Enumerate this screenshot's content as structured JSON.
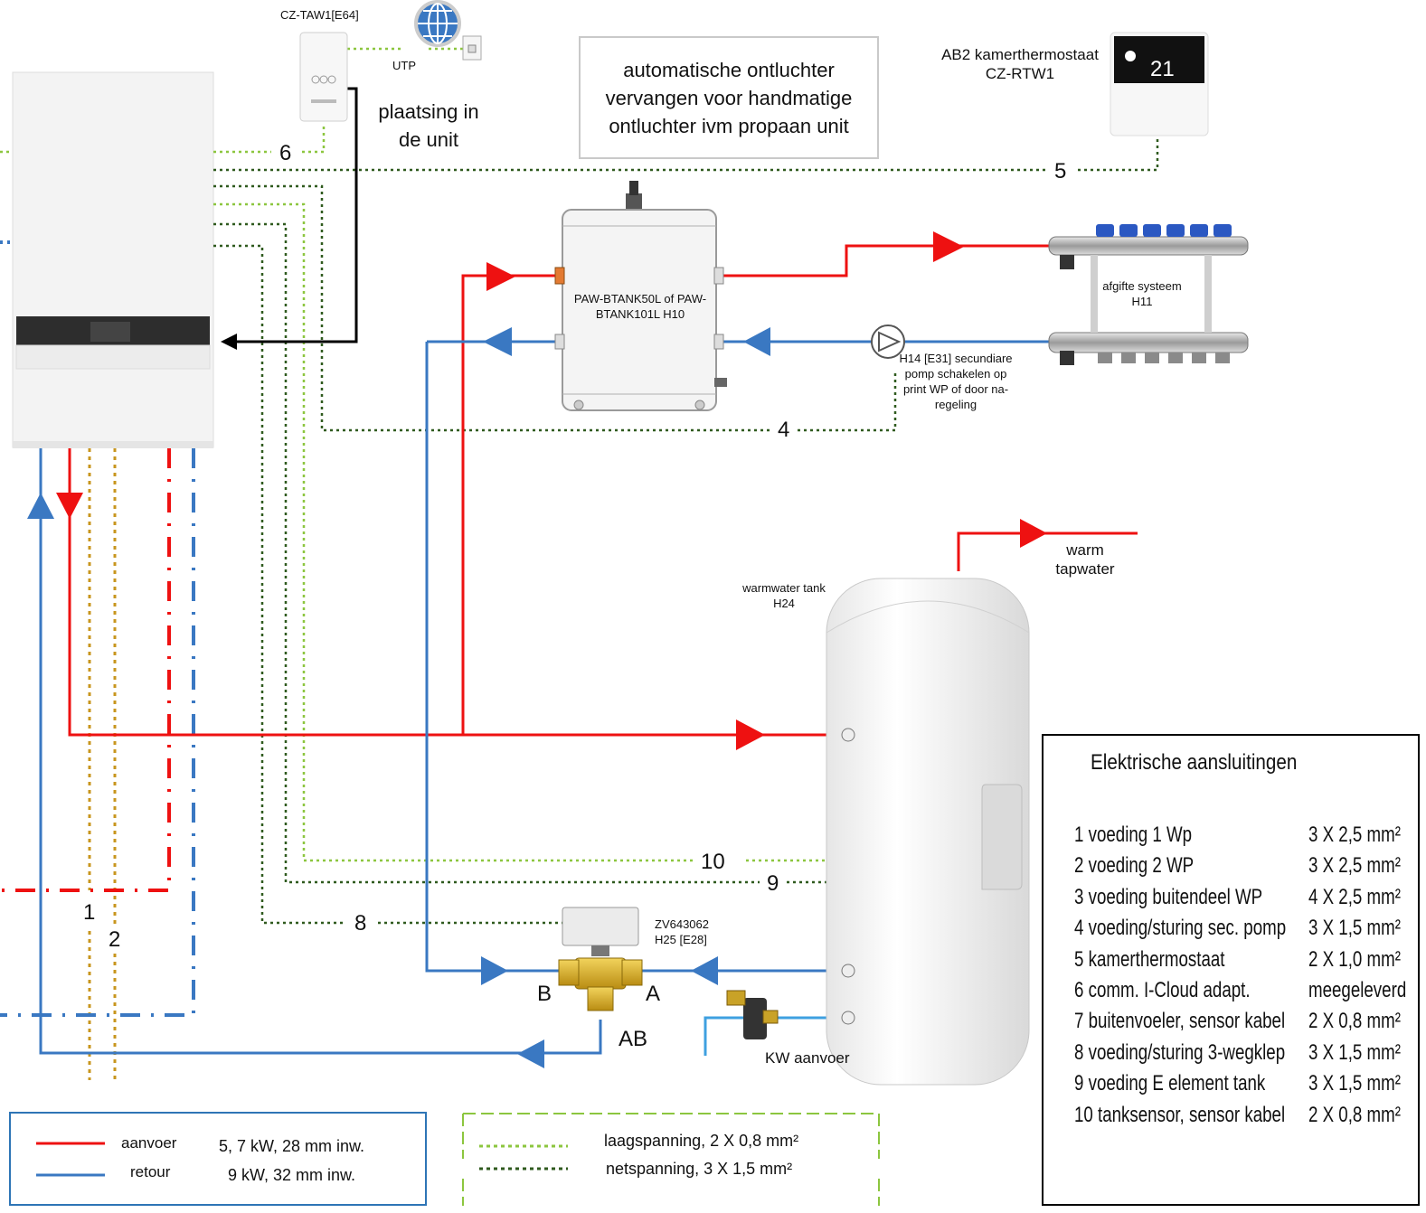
{
  "devices": {
    "taw_title": "CZ-TAW1[E64]",
    "utp": "UTP",
    "placement": "plaatsing in de unit",
    "thermostat": "AB2 kamerthermostaat CZ-RTW1",
    "buffer_tank": "PAW-BTANK50L of PAW-BTANK101L H10",
    "manifold": "afgifte systeem H11",
    "pump": "H14 [E31] secundiare pomp schakelen op print WP of door na-regeling",
    "dhw_tank": "warmwater tank H24",
    "warm_tapwater": "warm tapwater",
    "valve": "ZV643062 H25 [E28]",
    "valve_port_b": "B",
    "valve_port_a": "A",
    "valve_port_ab": "AB",
    "cold_water": "KW aanvoer",
    "thermostat_display": "21"
  },
  "note": {
    "text": "automatische ontluchter vervangen voor handmatige ontluchter ivm propaan unit"
  },
  "cable_numbers": [
    "1",
    "2",
    "4",
    "5",
    "6",
    "8",
    "9",
    "10"
  ],
  "legend": {
    "supply": "aanvoer",
    "return": "retour",
    "spec_1": "5, 7 kW, 28 mm inw.",
    "spec_2": "9 kW, 32 mm inw.",
    "low_voltage": "laagspanning, 2 X 0,8 mm²",
    "mains_voltage": "netspanning, 3 X 1,5 mm²"
  },
  "electrical": {
    "title": "Elektrische aansluitingen",
    "rows": [
      {
        "name": "1 voeding 1 Wp",
        "spec": "3 X 2,5 mm²"
      },
      {
        "name": "2 voeding 2 WP",
        "spec": "3 X 2,5 mm²"
      },
      {
        "name": "3 voeding buitendeel WP",
        "spec": "4 X 2,5 mm²"
      },
      {
        "name": "4 voeding/sturing sec. pomp",
        "spec": "3 X 1,5 mm²"
      },
      {
        "name": "5 kamerthermostaat",
        "spec": "2 X 1,0 mm²"
      },
      {
        "name": "6 comm. I-Cloud adapt.",
        "spec": "meegeleverd"
      },
      {
        "name": "7 buitenvoeler, sensor kabel",
        "spec": "2 X 0,8 mm²"
      },
      {
        "name": "8 voeding/sturing 3-wegklep",
        "spec": "3 X 1,5 mm²"
      },
      {
        "name": "9 voeding E element tank",
        "spec": "3 X 1,5 mm²"
      },
      {
        "name": "10 tanksensor, sensor kabel",
        "spec": "2 X 0,8 mm²"
      }
    ]
  },
  "colors": {
    "supply": "#ee1111",
    "return": "#3a78c2",
    "low_voltage": "#8cc63f",
    "mains_voltage": "#2f5a1e",
    "sensor": "#c8961e"
  }
}
